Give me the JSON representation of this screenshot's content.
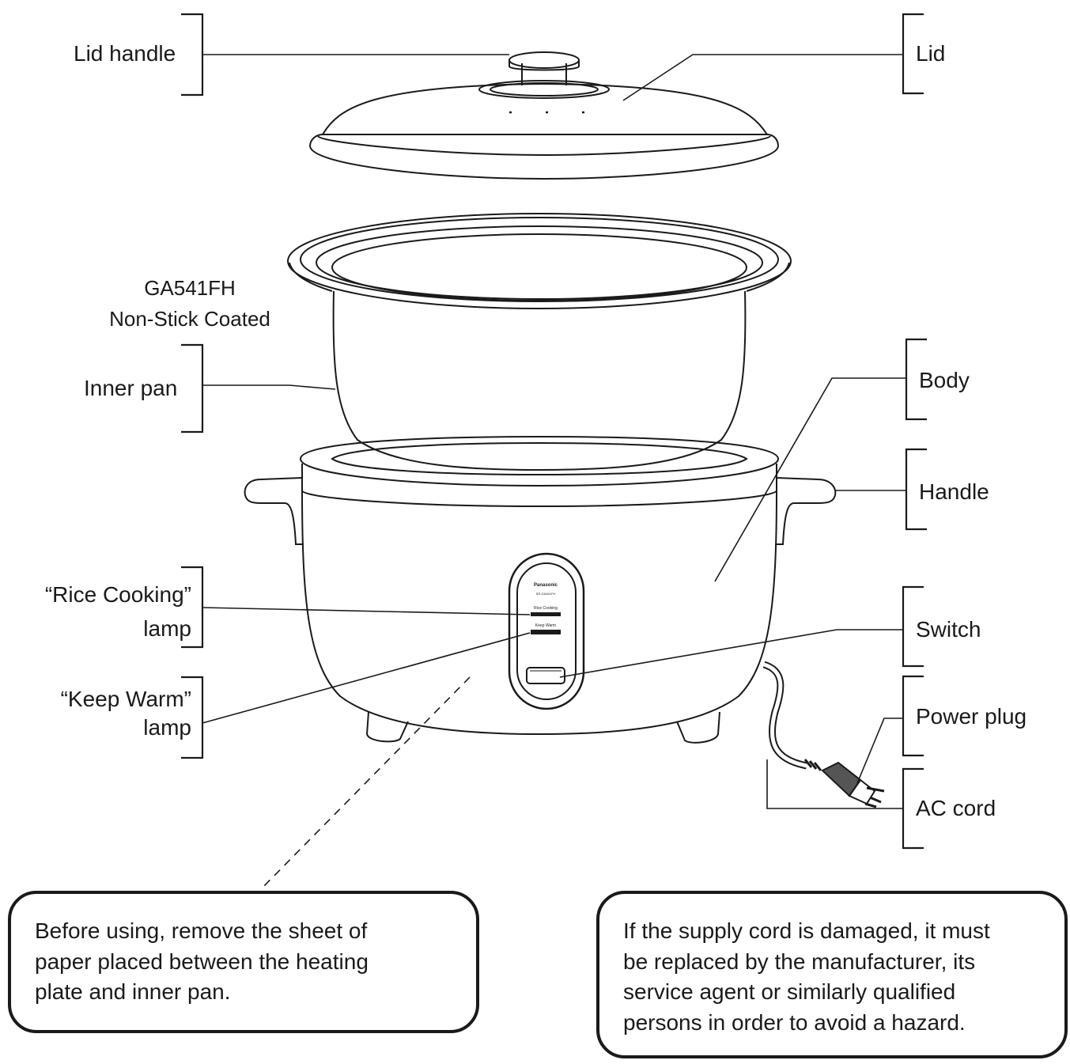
{
  "labels": {
    "lid_handle": "Lid handle",
    "lid": "Lid",
    "model_line1": "GA541FH",
    "model_line2": "Non-Stick Coated",
    "inner_pan": "Inner pan",
    "body": "Body",
    "handle": "Handle",
    "rice_cooking_line1": "“Rice Cooking”",
    "rice_cooking_line2": "lamp",
    "keep_warm_line1": "“Keep Warm”",
    "keep_warm_line2": "lamp",
    "switch": "Switch",
    "power_plug": "Power plug",
    "ac_cord": "AC cord"
  },
  "panel": {
    "brand": "Panasonic",
    "model": "SR-GA541FH",
    "rice_cooking": "Rice Cooking",
    "keep_warm": "Keep Warm"
  },
  "notes": {
    "paper_sheet": [
      "Before using, remove the sheet of",
      "paper placed between the heating",
      "plate and inner pan."
    ],
    "supply_cord": [
      "If the supply cord is damaged, it must",
      "be replaced by the manufacturer, its",
      "service agent or similarly qualified",
      "persons in order to avoid a hazard."
    ]
  }
}
